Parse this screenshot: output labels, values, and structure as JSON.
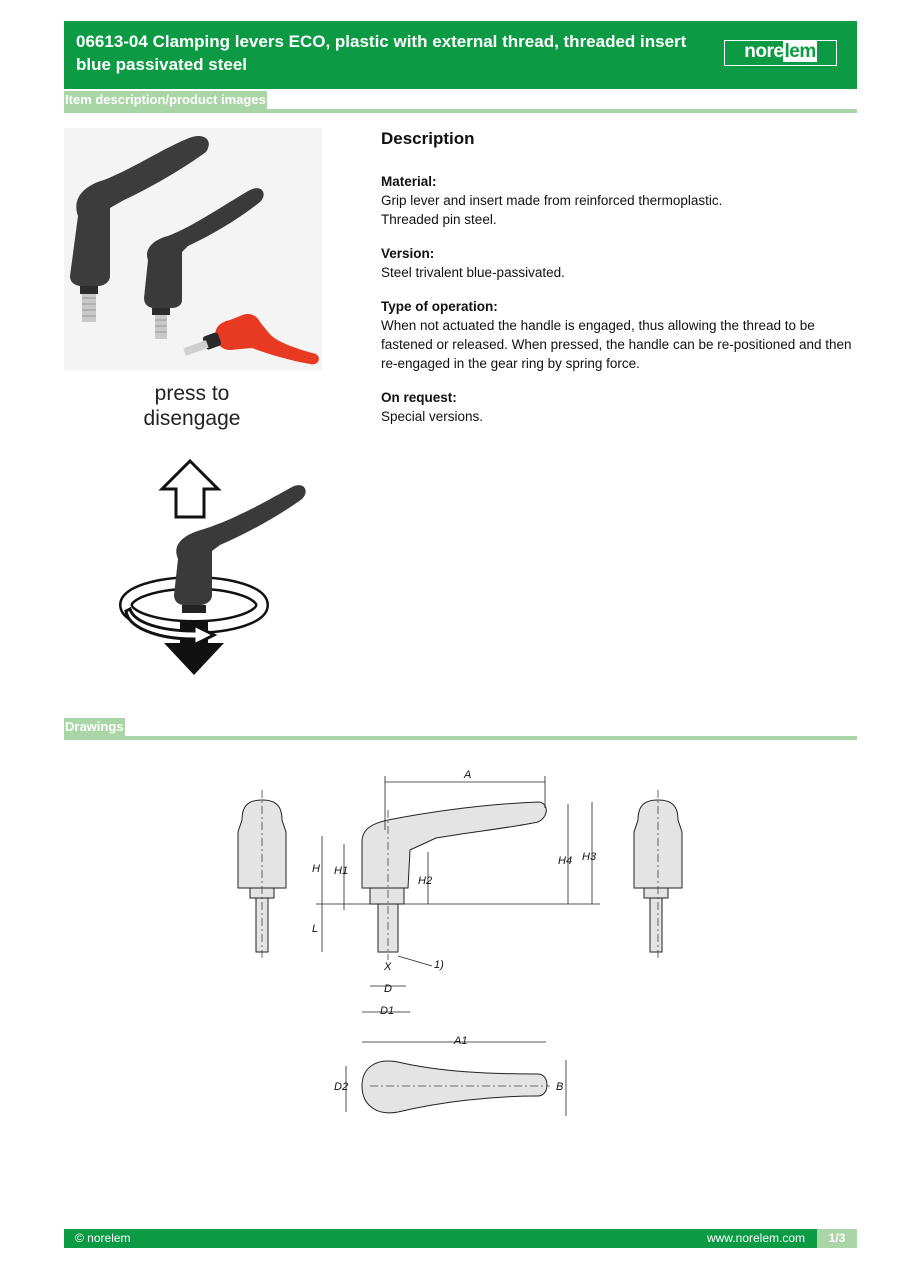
{
  "header": {
    "title": "06613-04 Clamping levers ECO, plastic with external thread, threaded insert blue passivated steel",
    "logo_text": "norelem"
  },
  "sections": {
    "item_description": "Item description/product images",
    "drawings": "Drawings"
  },
  "images": {
    "press_to_disengage": "press to disengage"
  },
  "description": {
    "heading": "Description",
    "material_label": "Material:",
    "material_line1": "Grip lever and insert made from reinforced thermoplastic.",
    "material_line2": "Threaded pin steel.",
    "version_label": "Version:",
    "version_text": "Steel trivalent blue-passivated.",
    "operation_label": "Type of operation:",
    "operation_text": "When not actuated the handle is engaged, thus allowing the thread to be fastened or released. When pressed, the handle can be re-positioned and then re-engaged in the gear ring by spring force.",
    "request_label": "On request:",
    "request_text": "Special versions."
  },
  "drawing_labels": {
    "a": "A",
    "a1": "A1",
    "h": "H",
    "h1": "H1",
    "h2": "H2",
    "h3": "H3",
    "h4": "H4",
    "l": "L",
    "x": "X",
    "d": "D",
    "d1": "D1",
    "d2": "D2",
    "b": "B",
    "note": "1)"
  },
  "footer": {
    "copyright": "© norelem",
    "url": "www.norelem.com",
    "page": "1/3"
  },
  "colors": {
    "brand_green": "#0d9a45",
    "light_green": "#a9d5a7",
    "lever_red": "#e83a23",
    "lever_dark": "#3a3a3a"
  }
}
